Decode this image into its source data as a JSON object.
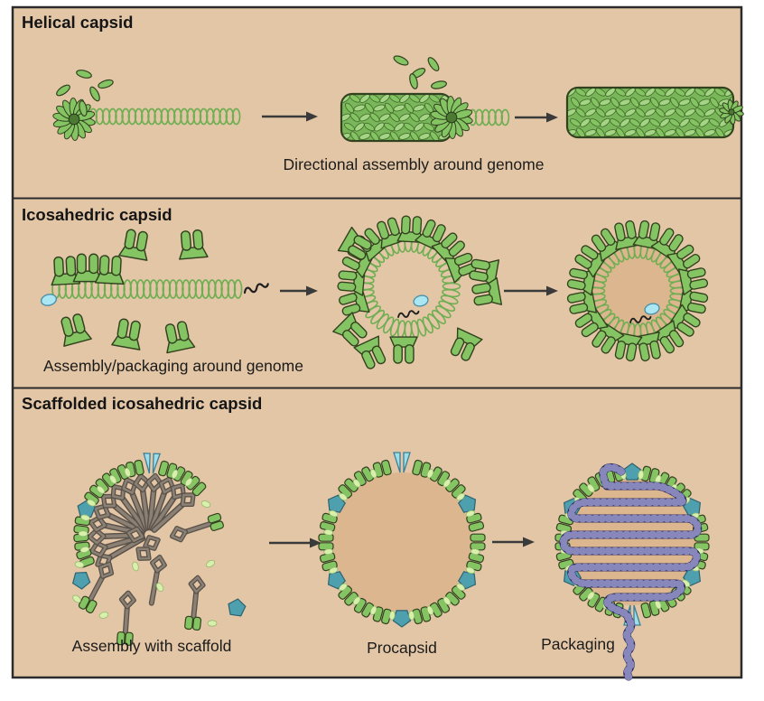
{
  "figure": {
    "panels": [
      {
        "id": "helical",
        "title": "Helical capsid",
        "caption": "Directional assembly around genome"
      },
      {
        "id": "icosahedric",
        "title": "Icosahedric capsid",
        "caption": "Assembly/packaging around genome"
      },
      {
        "id": "scaffolded",
        "title": "Scaffolded icosahedric capsid",
        "captions": [
          "Assembly with scaffold",
          "Procapsid",
          "Packaging"
        ]
      }
    ],
    "colors": {
      "background": "#ffffff",
      "panel_fill": "#e3c6a6",
      "panel_border": "#2b2b2b",
      "capsid_interior": "#dcb68e",
      "subunit_green": "#85c463",
      "subunit_green_alt": "#a3d584",
      "subunit_outline": "#32411f",
      "scale_edge": "#47702f",
      "cylinder_base": "#79b75a",
      "rosette_core": "#4c7a33",
      "genome_coil": "#6fae52",
      "accent_pale_green": "#d9f0ad",
      "accent_pale_green_edge": "#93b870",
      "teal": "#4fa0ae",
      "teal_edge": "#2d6370",
      "portal_blue": "#9fdde9",
      "portal_blue_edge": "#3c7f96",
      "scaffold": "#8b8073",
      "scaffold_outline": "#59524a",
      "dna": "#2e2e5e",
      "dna_bead": "#8787bb",
      "genome_end_oval": "#abe6f3",
      "genome_end_oval_edge": "#4a90a8",
      "squiggle": "#1f1f1f",
      "arrow": "#3a3a3a",
      "text": "#1b1b1b"
    }
  }
}
